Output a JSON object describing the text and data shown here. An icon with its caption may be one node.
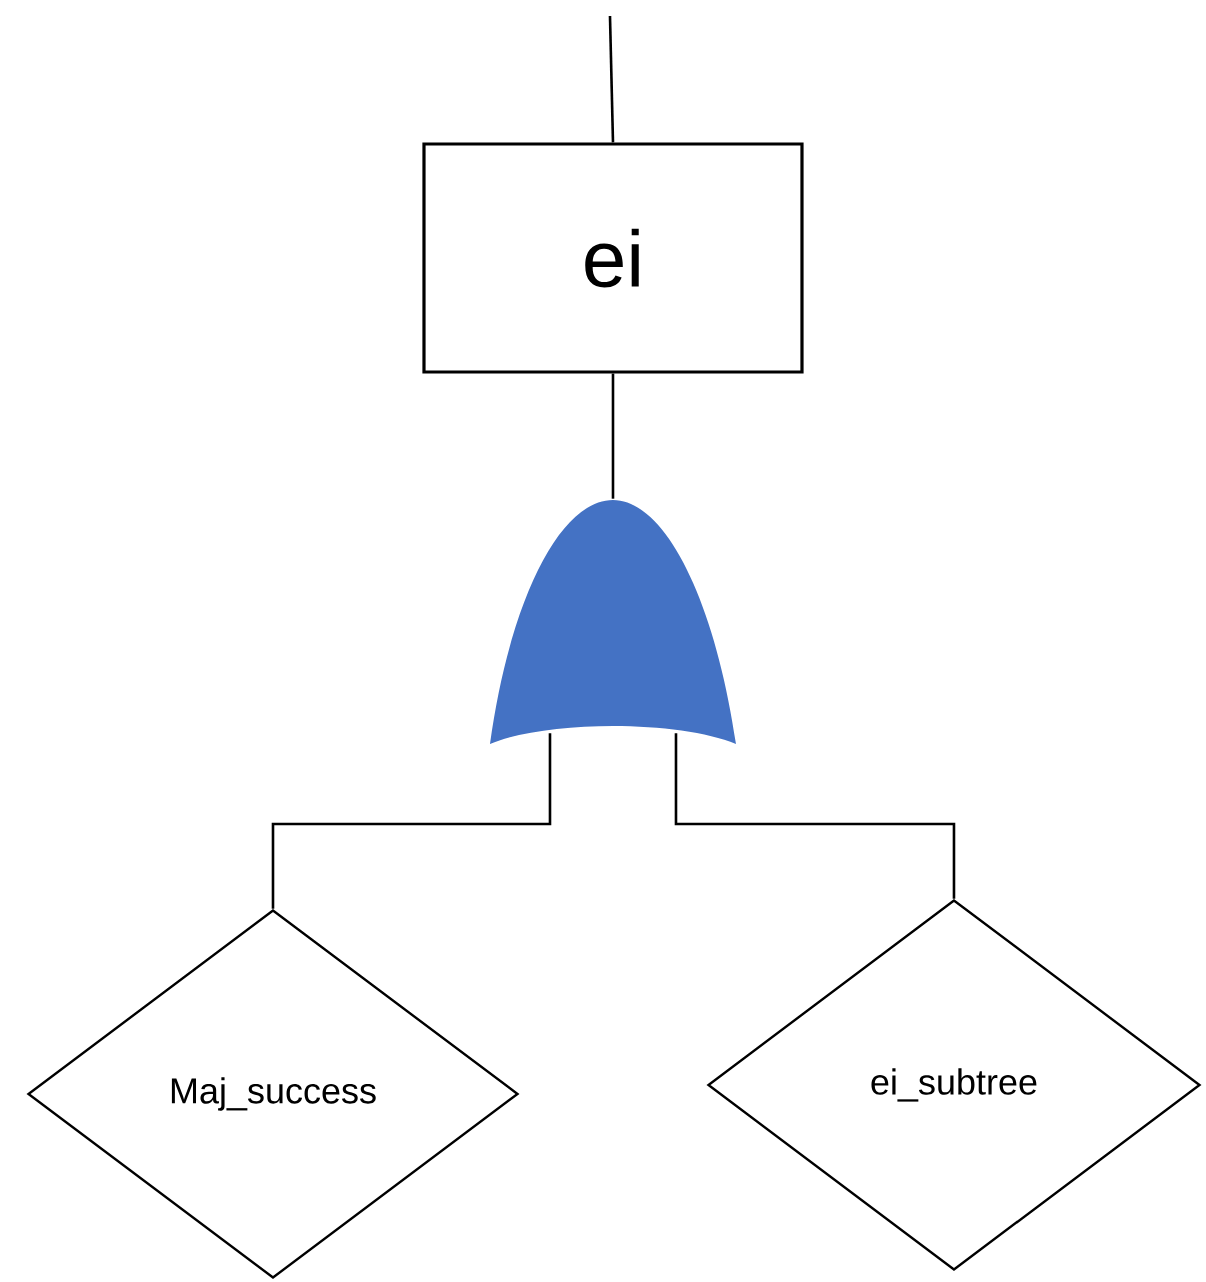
{
  "diagram": {
    "nodes": [
      {
        "text": [
          "ei"
        ]
      },
      {
        "text": [],
        "shape": "gate"
      },
      {
        "text": [
          "Maj_success"
        ]
      },
      {
        "text": [
          "ei_subtree"
        ]
      }
    ],
    "edges": [
      {
        "from": null,
        "to": 0,
        "arrow": "none"
      },
      {
        "from": 0,
        "to": 1,
        "arrow": "none"
      },
      {
        "from": 1,
        "to": 2,
        "arrow": "none"
      },
      {
        "from": 1,
        "to": 3,
        "arrow": "none"
      }
    ]
  }
}
